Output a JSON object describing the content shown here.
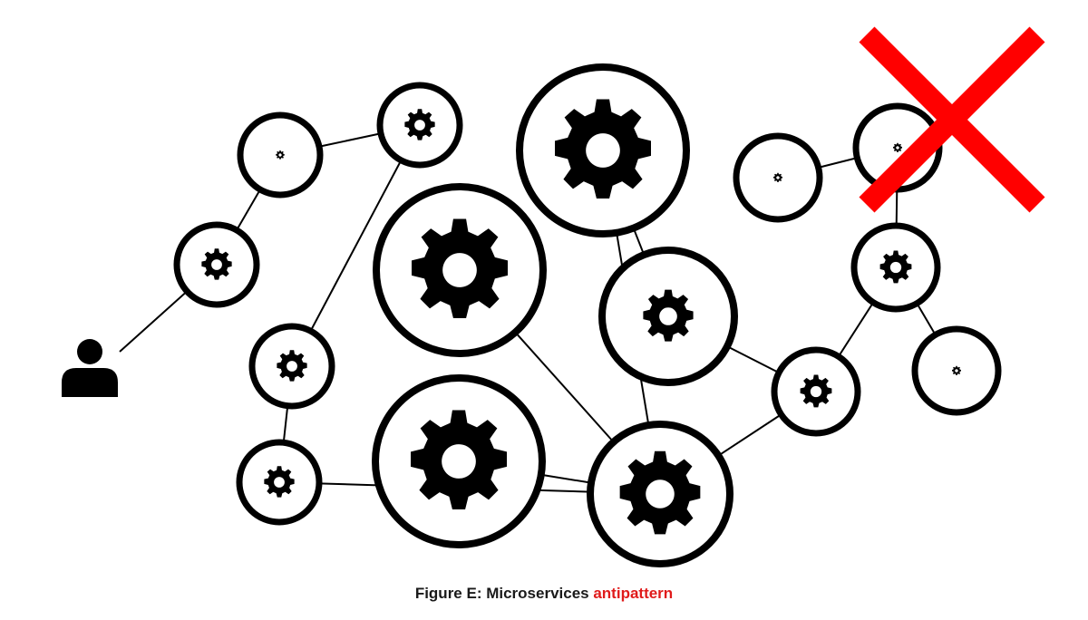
{
  "caption": {
    "prefix": "Figure E: Microservices ",
    "highlight": "antipattern"
  },
  "colors": {
    "stroke": "#000000",
    "fill": "#ffffff",
    "gear": "#000000",
    "cross": "#ff0000",
    "highlight": "#e01b1b"
  },
  "icons": {
    "service": "gear-icon",
    "client": "user-icon",
    "failure": "cross-icon"
  },
  "diagram": {
    "nodes": [
      {
        "id": "n1",
        "gear_size": "small"
      },
      {
        "id": "n2",
        "gear_size": "medium"
      },
      {
        "id": "n3",
        "gear_size": "medium"
      },
      {
        "id": "n4",
        "gear_size": "large"
      },
      {
        "id": "n5",
        "gear_size": "large"
      },
      {
        "id": "n6",
        "gear_size": "medium"
      },
      {
        "id": "n7",
        "gear_size": "medium"
      },
      {
        "id": "n8",
        "gear_size": "medium"
      },
      {
        "id": "n9",
        "gear_size": "large"
      },
      {
        "id": "n10",
        "gear_size": "large"
      },
      {
        "id": "n11",
        "gear_size": "medium"
      },
      {
        "id": "n12",
        "gear_size": "small"
      },
      {
        "id": "n13",
        "gear_size": "small"
      },
      {
        "id": "n14",
        "gear_size": "medium"
      },
      {
        "id": "n15",
        "gear_size": "small"
      }
    ],
    "edges": [
      [
        "client",
        "n3"
      ],
      [
        "n3",
        "n1"
      ],
      [
        "n1",
        "n2"
      ],
      [
        "n2",
        "n6"
      ],
      [
        "n6",
        "n7"
      ],
      [
        "n8",
        "n4"
      ],
      [
        "n4",
        "n10"
      ],
      [
        "n5",
        "n10"
      ],
      [
        "n7",
        "n10"
      ],
      [
        "n9",
        "n10"
      ],
      [
        "n10",
        "n11"
      ],
      [
        "n11",
        "n14"
      ],
      [
        "n14",
        "n15"
      ],
      [
        "n14",
        "n13"
      ],
      [
        "n13",
        "n12"
      ],
      [
        "n11",
        "n8"
      ]
    ],
    "failed_node": "n13"
  }
}
